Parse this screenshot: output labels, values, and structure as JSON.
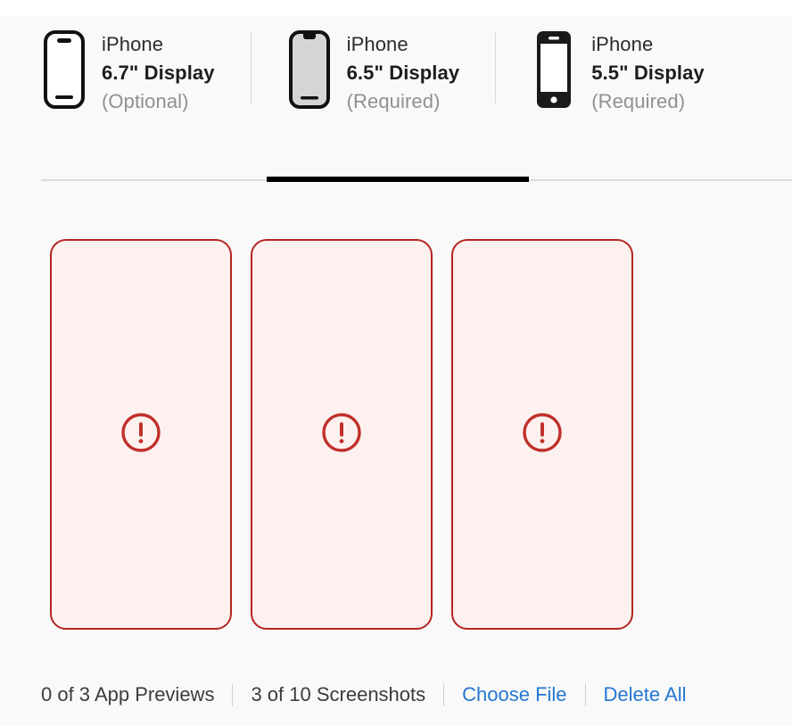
{
  "panel": {
    "background_color": "#f9f9f9"
  },
  "device_tabs": {
    "active_index": 1,
    "items": [
      {
        "device": "iPhone",
        "size": "6.7\" Display",
        "requirement": "(Optional)",
        "icon": "iphone-dynamic-island-outline-icon",
        "active": false
      },
      {
        "device": "iPhone",
        "size": "6.5\" Display",
        "requirement": "(Required)",
        "icon": "iphone-notch-filled-icon",
        "active": true
      },
      {
        "device": "iPhone",
        "size": "5.5\" Display",
        "requirement": "(Required)",
        "icon": "iphone-home-button-icon",
        "active": false
      }
    ]
  },
  "slots": {
    "error_icon": "exclamation-circle-icon",
    "error_color": "#b4251f",
    "fill_color": "#fdf1f0",
    "items": [
      {
        "state": "error"
      },
      {
        "state": "error"
      },
      {
        "state": "error"
      }
    ]
  },
  "toolbar": {
    "app_previews_count": "0 of 3 App Previews",
    "screenshots_count": "3 of 10 Screenshots",
    "choose_file_label": "Choose File",
    "delete_all_label": "Delete All",
    "link_color": "#2477d2"
  }
}
